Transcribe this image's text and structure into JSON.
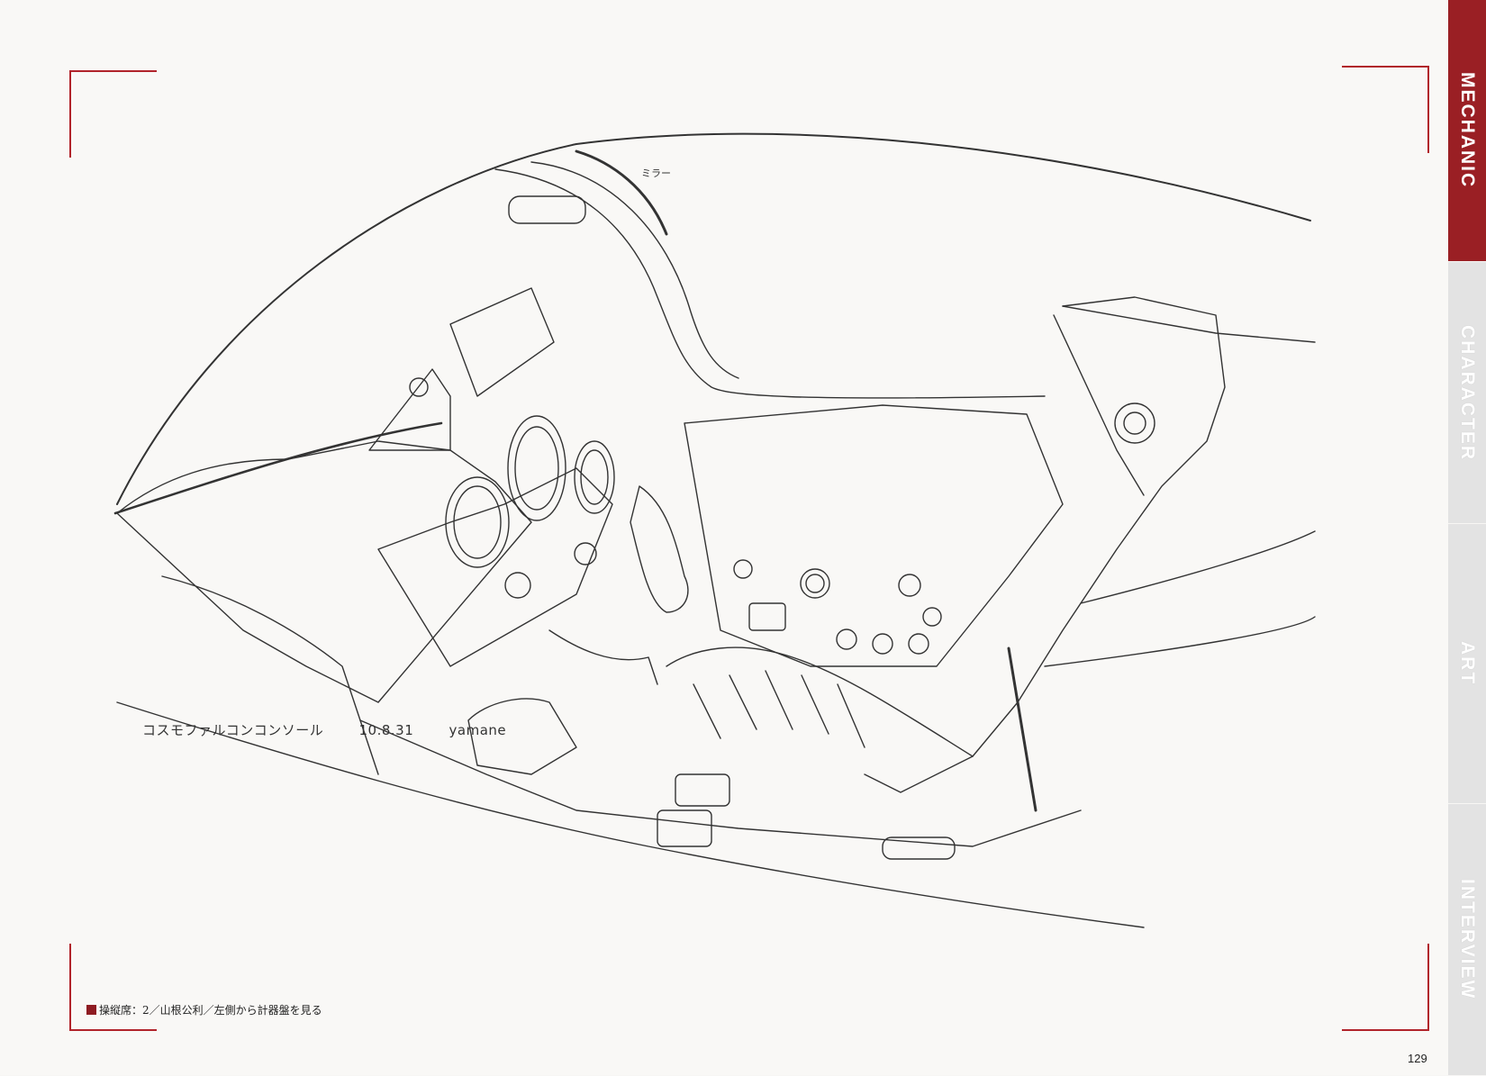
{
  "drawing": {
    "label_mirror": "ミラー",
    "caption_handwritten": {
      "title": "コスモファルコンコンソール",
      "date": "10.8.31",
      "artist": "yamane"
    }
  },
  "caption": "操縦席：2／山根公利／左側から計器盤を見る",
  "page_number": "129",
  "side_tabs": [
    {
      "label": "MECHANIC",
      "active": true
    },
    {
      "label": "CHARACTER",
      "active": false
    },
    {
      "label": "ART",
      "active": false
    },
    {
      "label": "INTERVIEW",
      "active": false
    }
  ],
  "colors": {
    "accent": "#9a1f24",
    "tab_inactive": "#e3e3e3",
    "frame_corner": "#b1242b"
  }
}
